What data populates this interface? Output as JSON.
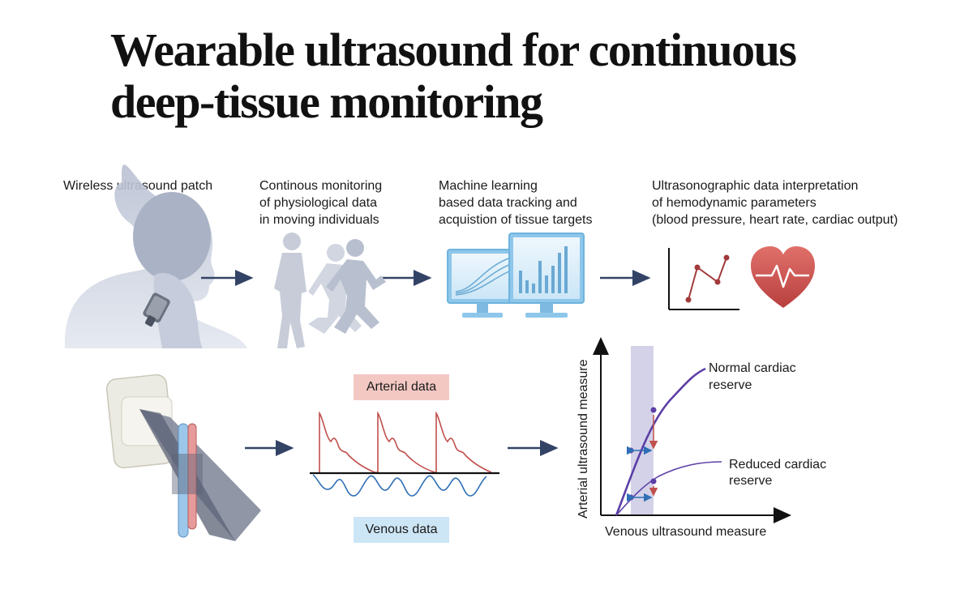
{
  "title": {
    "line1": "Wearable ultrasound for continuous",
    "line2": "deep-tissue monitoring"
  },
  "steps": [
    {
      "lines": [
        "Wireless ultrasound patch"
      ]
    },
    {
      "lines": [
        "Continous monitoring",
        "of physiological data",
        "in moving individuals"
      ]
    },
    {
      "lines": [
        "Machine learning",
        "based data tracking and",
        "acquistion of tissue targets"
      ]
    },
    {
      "lines": [
        "Ultrasonographic data interpretation",
        "of hemodynamic parameters",
        "(blood pressure, heart rate, cardiac output)"
      ]
    }
  ],
  "waveforms": {
    "arterial_label": "Arterial data",
    "venous_label": "Venous data",
    "arterial_color": "#c0504d",
    "venous_color": "#2f6fb5"
  },
  "reserve_chart": {
    "ylabel": "Arterial ultrasound measure",
    "xlabel": "Venous ultrasound measure",
    "normal_label_line1": "Normal cardiac",
    "normal_label_line2": "reserve",
    "reduced_label_line1": "Reduced cardiac",
    "reduced_label_line2": "reserve",
    "curve_color": "#5b3fa6"
  },
  "icons": [
    "person-with-patch-icon",
    "walking-running-people-icon",
    "computer-monitors-icon",
    "line-chart-icon",
    "heart-rate-icon",
    "ultrasound-probe-icon"
  ]
}
